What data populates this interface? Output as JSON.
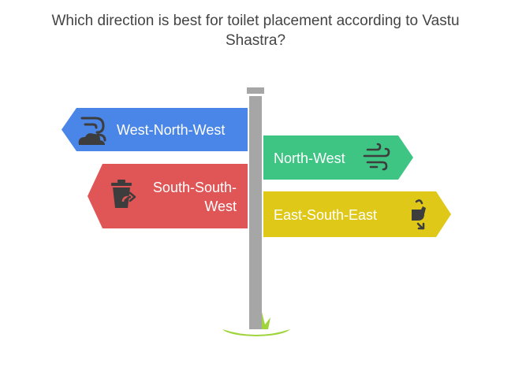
{
  "title": {
    "line1": "Which direction is best for toilet placement according to Vastu",
    "line2": "Shastra?"
  },
  "signs": [
    {
      "label": "West-North-West",
      "color": "#4a86e8",
      "icon": "wind-cloud-icon",
      "side": "left"
    },
    {
      "label": "North-West",
      "color": "#3ec483",
      "icon": "wind-icon",
      "side": "right"
    },
    {
      "label_line1": "South-South-",
      "label_line2": "West",
      "color": "#e05555",
      "icon": "trash-can-icon",
      "side": "left"
    },
    {
      "label": "East-South-East",
      "color": "#e0c818",
      "icon": "direction-hand-icon",
      "side": "right"
    }
  ],
  "colors": {
    "post": "#a6a6a6",
    "grass": "#9fd53a",
    "icon": "#3d3d3d"
  }
}
